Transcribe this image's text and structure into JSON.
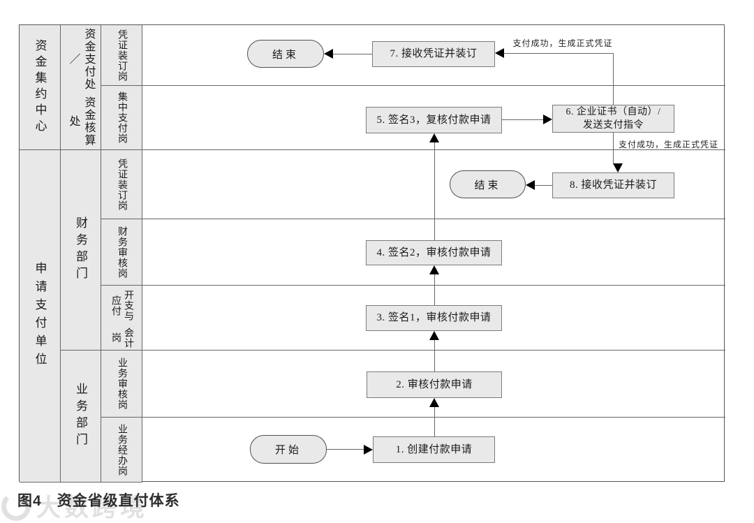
{
  "colors": {
    "cell_fill": "#e8e8e8",
    "node_fill": "#e9e9e9",
    "line": "#666666",
    "node_border": "#7a7a7a",
    "oval_border": "#4f4f4f",
    "text": "#1a1a1a"
  },
  "swimlanes": {
    "org_top": "资金集约中心",
    "org_bottom": "申请支付单位",
    "dept_top_line1": "资金支付处／",
    "dept_top_line2": "资金核算处",
    "dept_finance": "财务部门",
    "dept_business": "业务部门",
    "role_voucher_top": "凭证装订岗",
    "role_central_pay": "集中支付岗",
    "role_voucher_mid": "凭证装订岗",
    "role_finance_audit": "财务审核岗",
    "role_expense_line1": "开支与应付",
    "role_expense_line2": "会计岗",
    "role_business_audit": "业务审核岗",
    "role_business_handle": "业务经办岗"
  },
  "nodes": {
    "start": "开始",
    "end_top": "结束",
    "end_mid": "结束",
    "step1": "1. 创建付款申请",
    "step2": "2. 审核付款申请",
    "step3": "3. 签名1，审核付款申请",
    "step4": "4. 签名2，审核付款申请",
    "step5": "5. 签名3，复核付款申请",
    "step6_line1": "6. 企业证书（自动）/",
    "step6_line2": "发送支付指令",
    "step7": "7. 接收凭证并装订",
    "step8": "8. 接收凭证并装订"
  },
  "edge_labels": {
    "pay_success_top": "支付成功，生成正式凭证",
    "pay_success_mid": "支付成功，生成正式凭证"
  },
  "caption": "图4　资金省级直付体系",
  "watermark": "大数跨境"
}
